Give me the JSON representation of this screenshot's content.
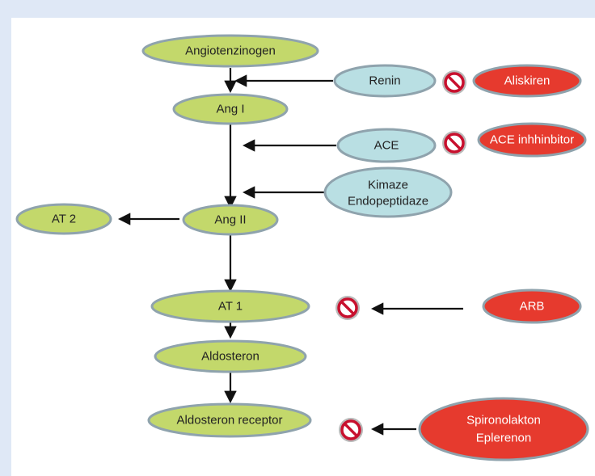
{
  "colors": {
    "background": "#dfe8f6",
    "green_node": "#c3d86b",
    "blue_node": "#b9dfe3",
    "red_node": "#e63a2e",
    "node_border": "#8fa3ad",
    "block_icon": "#c8102e",
    "arrow": "#111111"
  },
  "nodes": {
    "angiotensinogen": "Angiotenzinogen",
    "ang1": "Ang I",
    "ang2": "Ang II",
    "at2": "AT 2",
    "at1": "AT 1",
    "aldosteron": "Aldosteron",
    "aldo_receptor": "Aldosteron receptor"
  },
  "enzymes": {
    "renin": "Renin",
    "ace": "ACE",
    "kimaze_line1": "Kimaze",
    "kimaze_line2": "Endopeptidaze"
  },
  "drugs": {
    "aliskiren": "Aliskiren",
    "ace_inhibitor": "ACE inhhinbitor",
    "arb": "ARB",
    "spiro_line1": "Spironolakton",
    "spiro_line2": "Eplerenon"
  },
  "icons": {
    "block": "prohibition-icon"
  }
}
